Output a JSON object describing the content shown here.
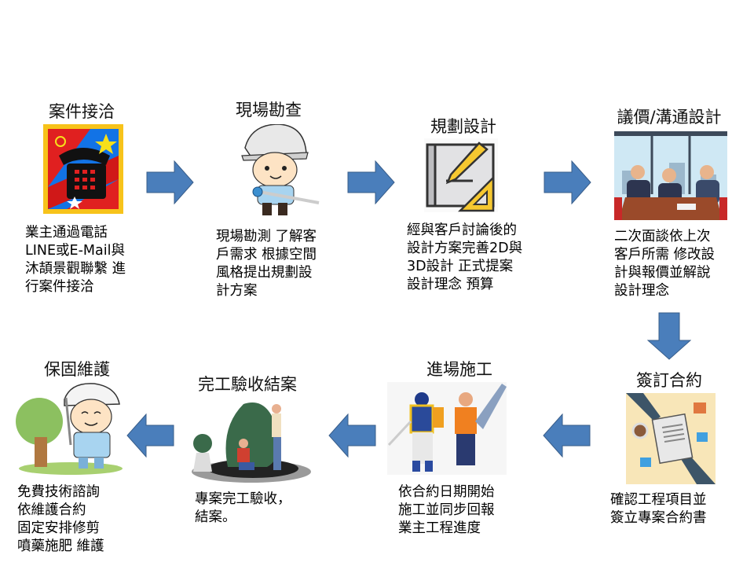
{
  "steps": [
    {
      "title": "案件接洽",
      "desc": "業主通過電話\nLINE或E-Mail與\n沐頡景觀聯繫 進\n行案件接洽",
      "icon": "telephone-stamp-icon"
    },
    {
      "title": "現場勘查",
      "desc": "現場勘測 了解客\n戶需求 根據空間\n風格提出規劃設\n計方案",
      "icon": "surveyor-worker-icon"
    },
    {
      "title": "規劃設計",
      "desc": "經與客戶討論後的\n設計方案完善2D與\n3D設計 正式提案\n設計理念 預算",
      "icon": "blueprint-pencil-icon"
    },
    {
      "title": "議價/溝通設計",
      "desc": "二次面談依上次\n客戶所需 修改設\n計與報價並解說\n設計理念",
      "icon": "business-meeting-icon"
    },
    {
      "title": "簽訂合約",
      "desc": "確認工程項目並\n簽立專案合約書",
      "icon": "contract-signing-icon"
    },
    {
      "title": "進場施工",
      "desc": "依合約日期開始\n施工並同步回報\n業主工程進度",
      "icon": "construction-workers-icon"
    },
    {
      "title": "完工驗收結案",
      "desc": "專案完工驗收，\n結案。",
      "icon": "garden-completion-icon"
    },
    {
      "title": "保固維護",
      "desc": "免費技術諮詢\n依維護合約\n固定安排修剪\n噴藥施肥 維護",
      "icon": "tree-pruning-worker-icon"
    }
  ],
  "colors": {
    "arrow_fill": "#4a7ebb",
    "arrow_stroke": "#385d8a"
  }
}
